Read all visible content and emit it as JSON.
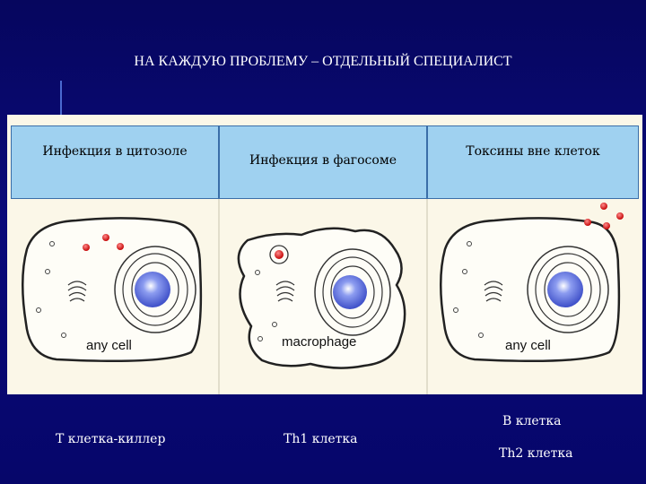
{
  "title": "НА КАЖДУЮ ПРОБЛЕМУ – ОТДЕЛЬНЫЙ СПЕЦИАЛИСТ",
  "panels": [
    {
      "header": "Инфекция в цитозоле",
      "cell_label": "any cell"
    },
    {
      "header": "Инфекция в фагосоме",
      "cell_label": "macrophage"
    },
    {
      "header": "Токсины вне клеток",
      "cell_label": "any cell"
    }
  ],
  "footer": {
    "left": "Т клетка-киллер",
    "middle": "Th1 клетка",
    "right_top": "В клетка",
    "right_bottom": "Th2 клетка"
  },
  "colors": {
    "background": "#06066e",
    "header_fill": "#9fd1f0",
    "panel_fill": "#fbf7e8",
    "nucleus": "#4d62d6",
    "pathogen": "#d51a1a"
  }
}
